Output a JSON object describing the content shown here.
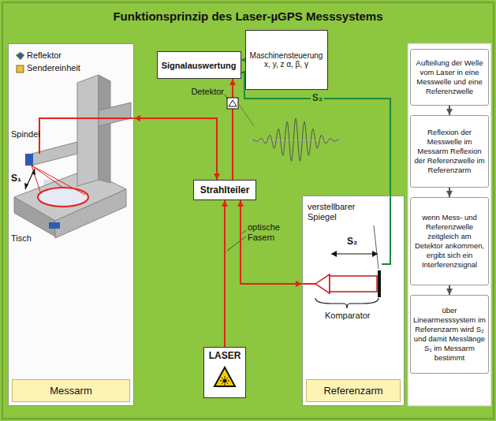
{
  "diagram": {
    "title": "Funktionsprinzip des Laser-µGPS Messsystems",
    "nodes": [
      {
        "text": [
          "Messarm"
        ]
      },
      {
        "text": [
          "Signalauswertung"
        ]
      },
      {
        "text": [
          "Maschinensteuerung x, y, z α, β, γ"
        ]
      },
      {
        "text": [
          "Strahlteiler"
        ]
      },
      {
        "text": [
          "LASER"
        ]
      },
      {
        "text": [
          "Referenzarm"
        ]
      },
      {
        "text": [
          "Aufteilung der Welle vom Laser in eine Messwelle und eine Referenzwelle"
        ]
      },
      {
        "text": [
          "Reflexion der Messwelle im Messarm Reflexion der Referenzwelle im Referenzarm"
        ]
      },
      {
        "text": [
          "wenn Mess- und Referenzwelle zeitgleich am Detektor ankommen, ergibt sich ein Interferenzsignal"
        ]
      },
      {
        "text": [
          "über Linearmesssystem im Referenzarm wird S₂ und damit Messlänge S₁ im Messarm bestimmt"
        ]
      }
    ],
    "edges": [
      {
        "from": 3,
        "to": 0,
        "arrow": "both"
      },
      {
        "from": 4,
        "to": 3,
        "arrow": "to"
      },
      {
        "from": 3,
        "to": 1,
        "arrow": "to"
      },
      {
        "from": 3,
        "to": 5,
        "arrow": "both"
      },
      {
        "from": 2,
        "to": 1,
        "arrow": "to"
      },
      {
        "from": 5,
        "to": 1,
        "label": "S₂",
        "arrow": "to"
      },
      {
        "from": 6,
        "to": 7,
        "arrow": "to"
      },
      {
        "from": 7,
        "to": 8,
        "arrow": "to"
      },
      {
        "from": 8,
        "to": 9,
        "arrow": "to"
      }
    ],
    "labels": [
      "Reflektor",
      "Sendereinheit",
      "Spindel",
      "S₁",
      "Tisch",
      "Detektor",
      "optische Fasern",
      "verstellbarer Spiegel",
      "S₂",
      "Komparator"
    ]
  }
}
